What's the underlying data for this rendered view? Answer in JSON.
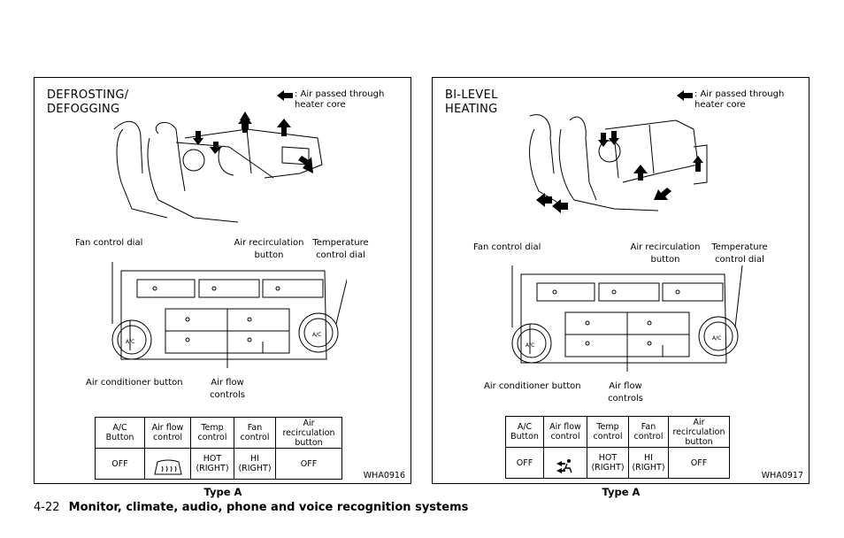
{
  "figures": [
    {
      "heading": "DEFROSTING/\nDEFOGGING",
      "legend": ": Air passed through\nheater core",
      "labels": {
        "fan_control_dial": "Fan control dial",
        "air_recirculation_button": "Air recirculation\nbutton",
        "temperature_control_dial": "Temperature\ncontrol dial",
        "air_conditioner_button": "Air conditioner button",
        "air_flow_controls": "Air flow\ncontrols"
      },
      "table": {
        "headers": [
          "A/C\nButton",
          "Air flow\ncontrol",
          "Temp\ncontrol",
          "Fan\ncontrol",
          "Air\nrecirculation\nbutton"
        ],
        "values": [
          "OFF",
          "",
          "HOT\n(RIGHT)",
          "HI\n(RIGHT)",
          "OFF"
        ]
      },
      "code": "WHA0916",
      "caption": "Type A"
    },
    {
      "heading": "BI-LEVEL\nHEATING",
      "legend": ": Air passed through\nheater core",
      "labels": {
        "fan_control_dial": "Fan control dial",
        "air_recirculation_button": "Air recirculation\nbutton",
        "temperature_control_dial": "Temperature\ncontrol dial",
        "air_conditioner_button": "Air conditioner button",
        "air_flow_controls": "Air flow\ncontrols"
      },
      "table": {
        "headers": [
          "A/C\nButton",
          "Air flow\ncontrol",
          "Temp\ncontrol",
          "Fan\ncontrol",
          "Air\nrecirculation\nbutton"
        ],
        "values": [
          "OFF",
          "",
          "HOT\n(RIGHT)",
          "HI\n(RIGHT)",
          "OFF"
        ]
      },
      "code": "WHA0917",
      "caption": "Type A"
    }
  ],
  "dial_label": "A/C",
  "footer": {
    "page_number": "4-22",
    "section_title": "Monitor, climate, audio, phone and voice recognition systems"
  }
}
